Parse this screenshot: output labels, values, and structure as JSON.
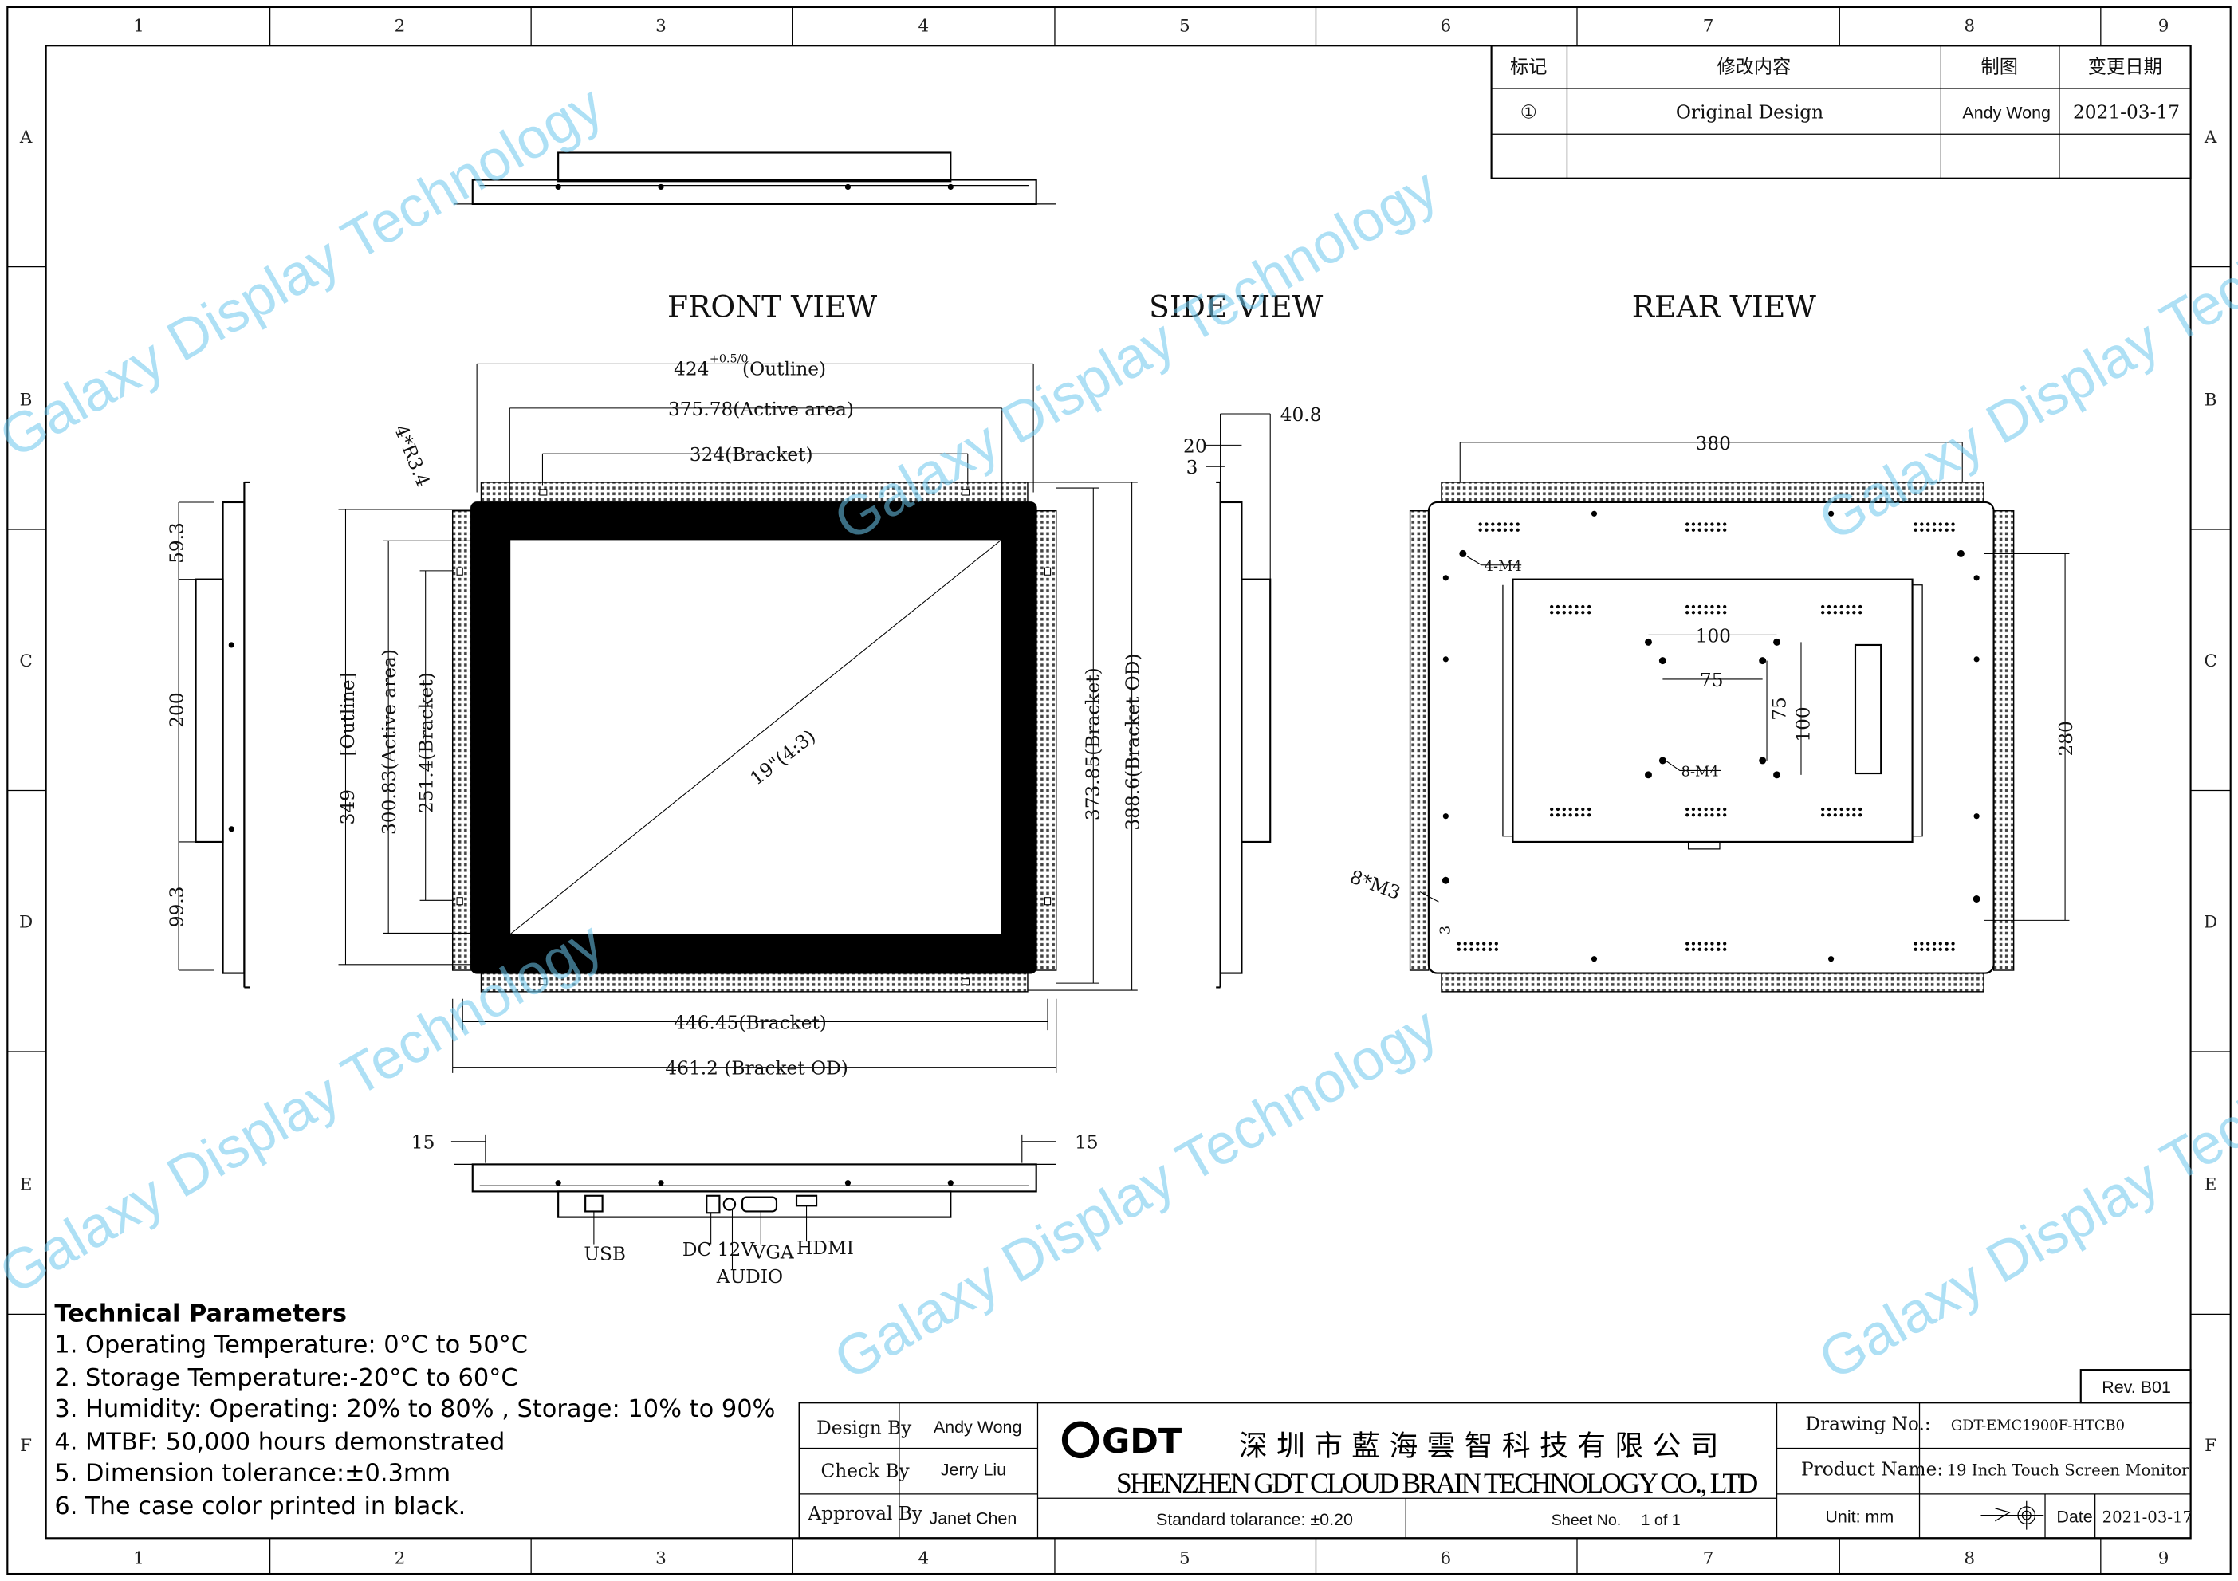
{
  "grid": {
    "cols": [
      "1",
      "2",
      "3",
      "4",
      "5",
      "6",
      "7",
      "8",
      "9"
    ],
    "rows": [
      "A",
      "B",
      "C",
      "D",
      "E",
      "F"
    ]
  },
  "views": {
    "front": "FRONT VIEW",
    "side": "SIDE VIEW",
    "rear": "REAR VIEW"
  },
  "revision": {
    "headers": [
      "标记",
      "修改内容",
      "制图",
      "变更日期"
    ],
    "rows": [
      {
        "mark": "①",
        "content": "Original Design",
        "drawn": "Andy Wong",
        "date": "2021-03-17"
      }
    ]
  },
  "dims": {
    "outline_w": "424",
    "outline_tol": "+0.5/0",
    "outline_w_label": "(Outline)",
    "active_w": "375.78(Active area)",
    "bracket_w": "324(Bracket)",
    "radius": "4*R3.4",
    "bracket446": "446.45(Bracket)",
    "bracket461": "461.2 (Bracket OD)",
    "outline_h": "349",
    "outline_h_label": "[Outline]",
    "active_h": "300.83(Active area)",
    "bracket_h": "251.4(Bracket)",
    "bracket373": "373.85(Bracket)",
    "bracket388": "388.6(Bracket OD)",
    "diag": "19\"(4:3)",
    "left_59": "59.3",
    "left_200": "200",
    "left_99": "99.3",
    "side_40": "40.8",
    "side_20": "20",
    "side_3": "3",
    "rear_380": "380",
    "rear_280": "280",
    "rear_100a": "100",
    "rear_75a": "75",
    "rear_75b": "75",
    "rear_100b": "100",
    "m4_4": "4-M4",
    "m4_8": "8-M4",
    "m3_8": "8*M3",
    "rear_3": "3",
    "bot_15a": "15",
    "bot_15b": "15"
  },
  "ports": [
    "USB",
    "DC 12V",
    "AUDIO",
    "VGA",
    "HDMI"
  ],
  "watermark": "Galaxy Display Technology",
  "tech": {
    "title": "Technical Parameters",
    "items": [
      "1. Operating Temperature: 0°C to 50°C",
      "2. Storage Temperature:-20°C to 60°C",
      "3. Humidity: Operating: 20% to 80% , Storage: 10% to 90%",
      "4. MTBF: 50,000 hours demonstrated",
      "5. Dimension tolerance:±0.3mm",
      "6. The case color printed in black."
    ]
  },
  "titleblock": {
    "rev": "Rev. B01",
    "design_label": "Design By",
    "design": "Andy Wong",
    "check_label": "Check By",
    "check": "Jerry Liu",
    "approval_label": "Approval By",
    "approval": "Janet Chen",
    "logo": "GDT",
    "company_cn": "深 圳 市 藍 海 雲 智 科 技 有 限 公 司",
    "company_en": "SHENZHEN GDT CLOUD BRAIN TECHNOLOGY CO., LTD",
    "tolerance": "Standard tolarance: ±0.20",
    "sheet_label": "Sheet No.",
    "sheet": "1 of 1",
    "drawing_label": "Drawing No.:",
    "drawing": "GDT-EMC1900F-HTCB0",
    "product_label": "Product Name:",
    "product": "19 Inch Touch Screen Monitor",
    "unit": "Unit: mm",
    "date_label": "Date",
    "date": "2021-03-17"
  }
}
